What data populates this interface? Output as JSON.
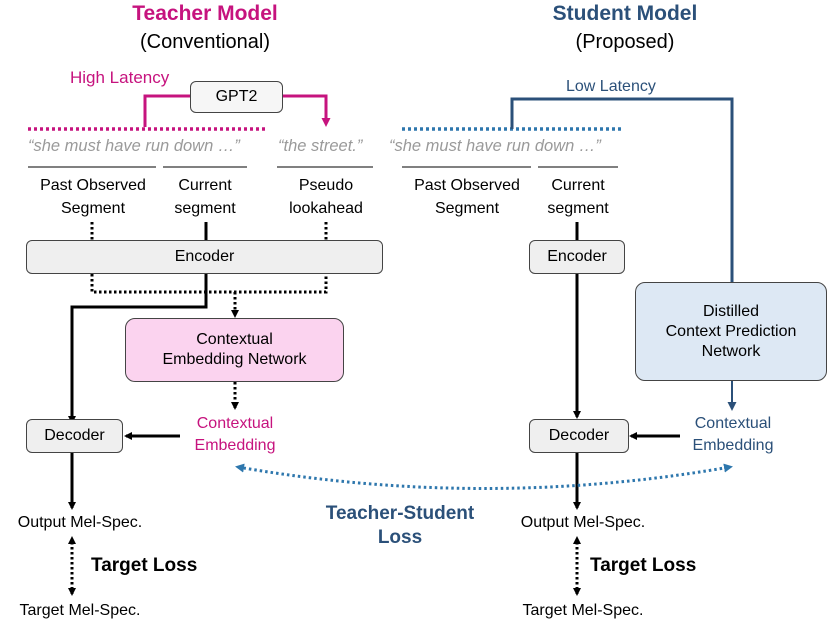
{
  "teacher": {
    "title": "Teacher Model",
    "subtitle": "(Conventional)",
    "latency": "High Latency",
    "gpt": "GPT2",
    "quote_observed": "“she must have run down …”",
    "quote_lookahead": "“the street.”",
    "segments": {
      "past": [
        "Past Observed",
        "Segment"
      ],
      "current": [
        "Current",
        "segment"
      ],
      "lookahead": [
        "Pseudo",
        "lookahead"
      ]
    },
    "encoder": "Encoder",
    "cen": [
      "Contextual",
      "Embedding Network"
    ],
    "ctx_embedding": [
      "Contextual",
      "Embedding"
    ],
    "decoder": "Decoder",
    "output": "Output Mel-Spec.",
    "target_loss": "Target Loss",
    "target": "Target Mel-Spec."
  },
  "student": {
    "title": "Student Model",
    "subtitle": "(Proposed)",
    "latency": "Low Latency",
    "quote_observed": "“she must have run down …”",
    "segments": {
      "past": [
        "Past Observed",
        "Segment"
      ],
      "current": [
        "Current",
        "segment"
      ]
    },
    "encoder": "Encoder",
    "distilled": [
      "Distilled",
      "Context Prediction",
      "Network"
    ],
    "ctx_embedding": [
      "Contextual",
      "Embedding"
    ],
    "decoder": "Decoder",
    "output": "Output Mel-Spec.",
    "target_loss": "Target Loss",
    "target": "Target Mel-Spec."
  },
  "ts_loss": [
    "Teacher-Student",
    "Loss"
  ],
  "colors": {
    "teacher": "#c6137e",
    "student": "#2b5079",
    "dotted_student": "#2e77ad",
    "pink_fill": "#fbd3ef",
    "blue_fill": "#dde8f4",
    "gray_fill": "#efefef"
  }
}
